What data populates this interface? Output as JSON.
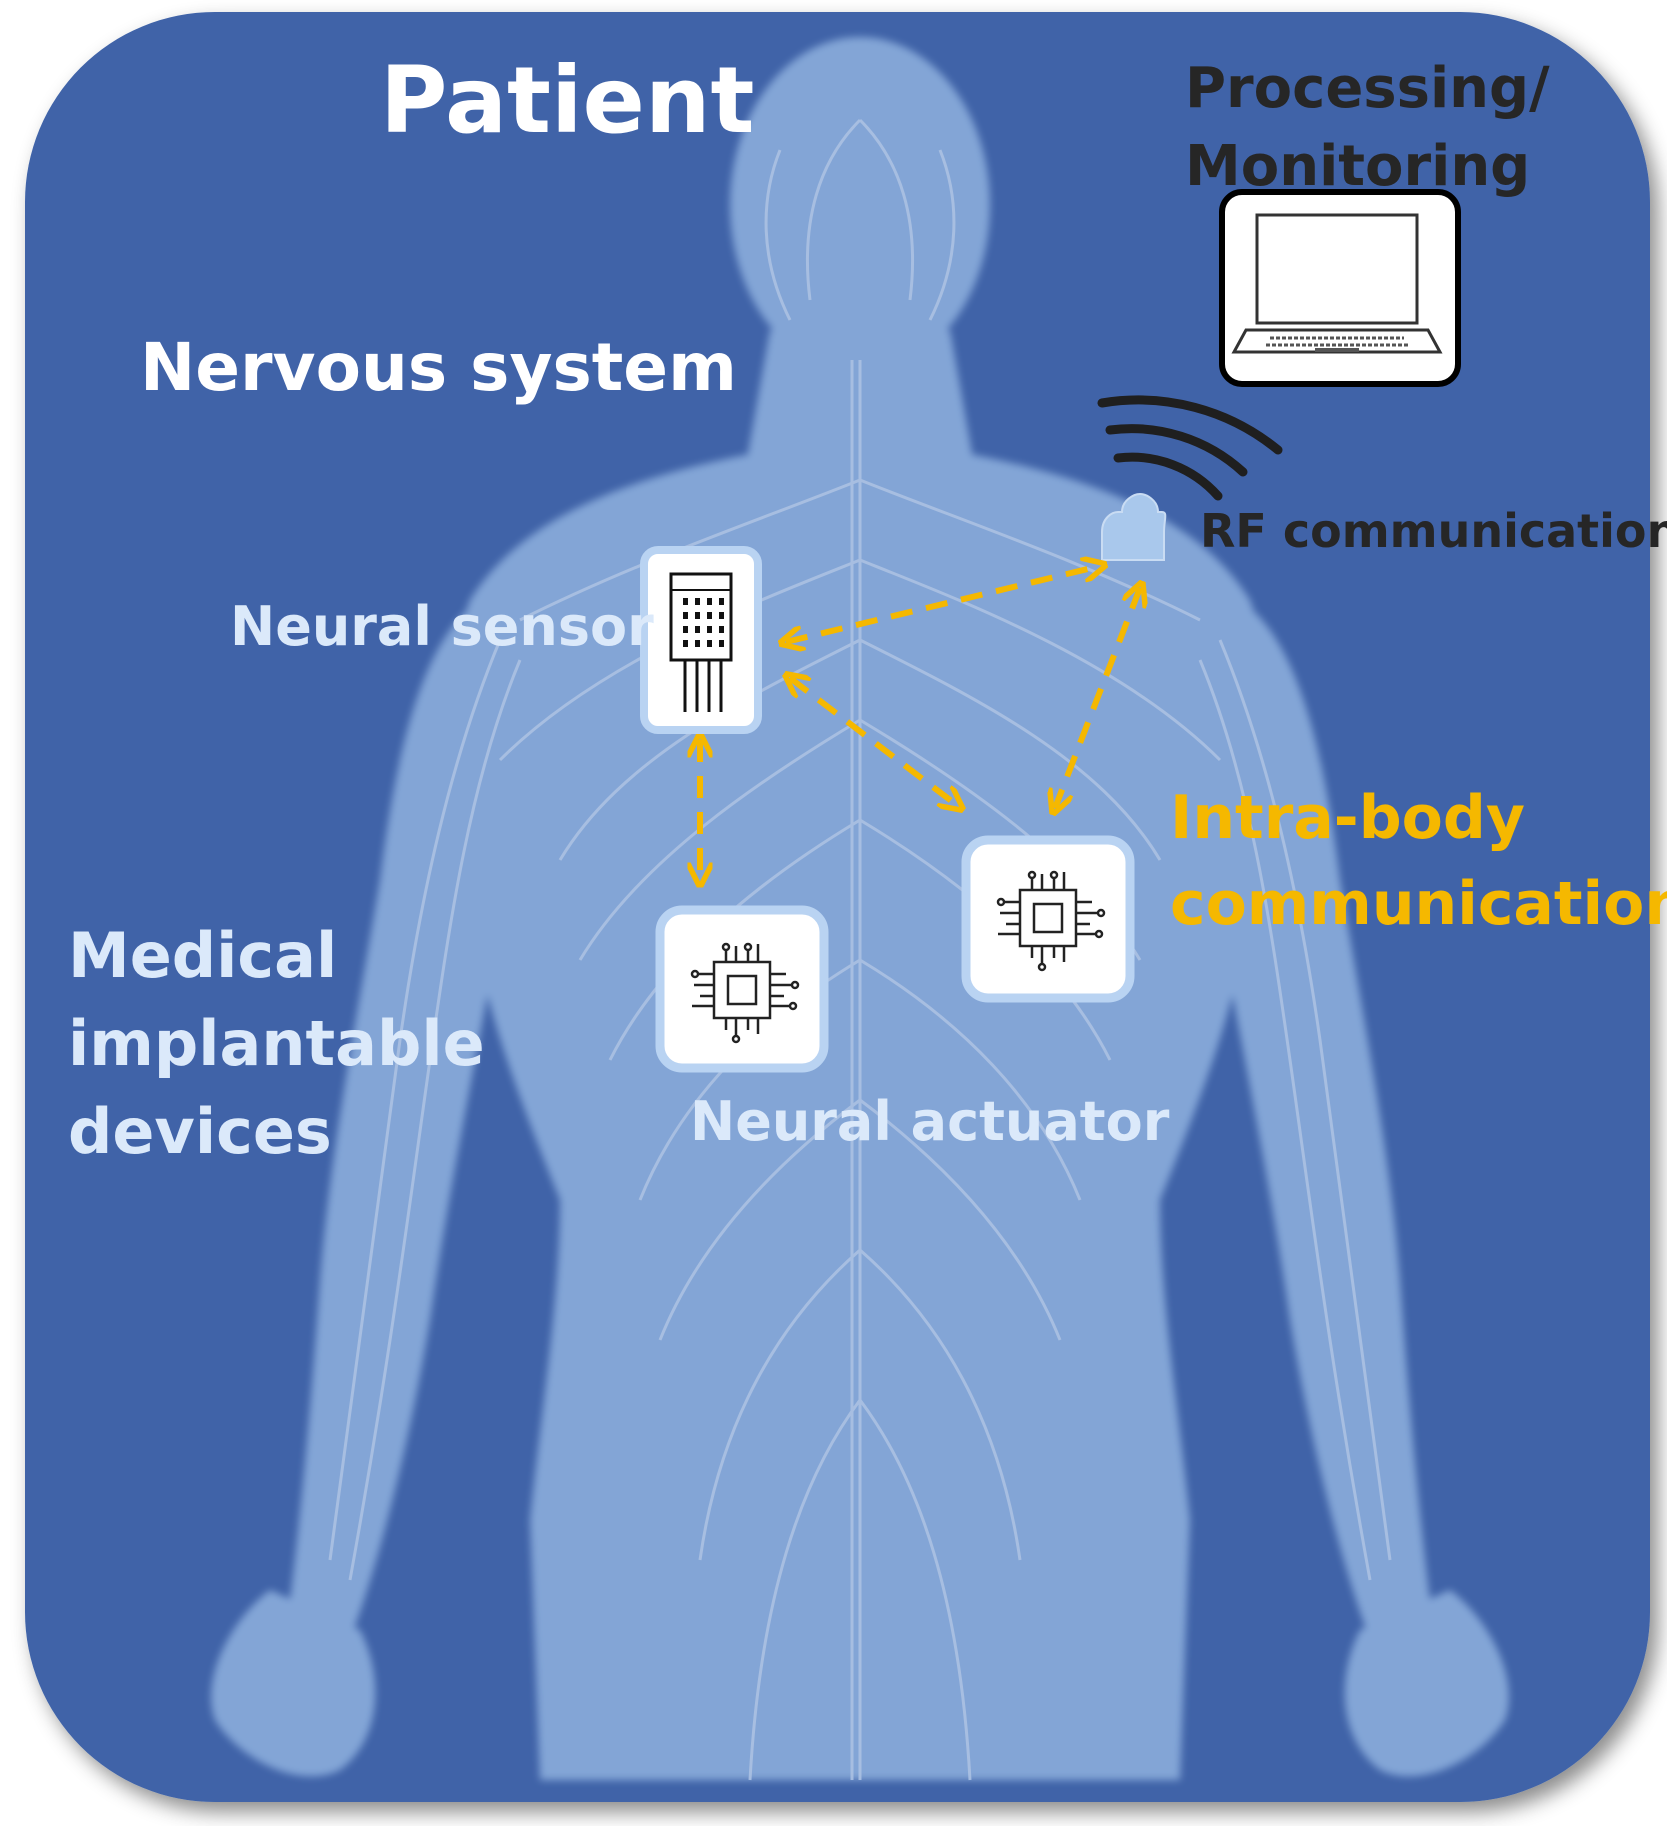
{
  "labels": {
    "title": "Patient",
    "nervous_system": "Nervous system",
    "neural_sensor": "Neural sensor",
    "neural_actuator": "Neural actuator",
    "medical_line1": "Medical",
    "medical_line2": "implantable",
    "medical_line3": "devices",
    "processing_line1": "Processing/",
    "processing_line2": "Monitoring",
    "rf": "RF communication",
    "intra_line1": "Intra-body",
    "intra_line2": "communication"
  },
  "icons": {
    "sensor": "temperature-sensor-icon",
    "actuator": "microchip-icon",
    "laptop": "laptop-icon",
    "hub": "transceiver-icon",
    "signal": "wireless-signal-icon"
  },
  "colors": {
    "background": "#3f63a8",
    "body": "#a9c8ec",
    "arrow": "#f5b800",
    "device_border": "#b9d3f2"
  }
}
